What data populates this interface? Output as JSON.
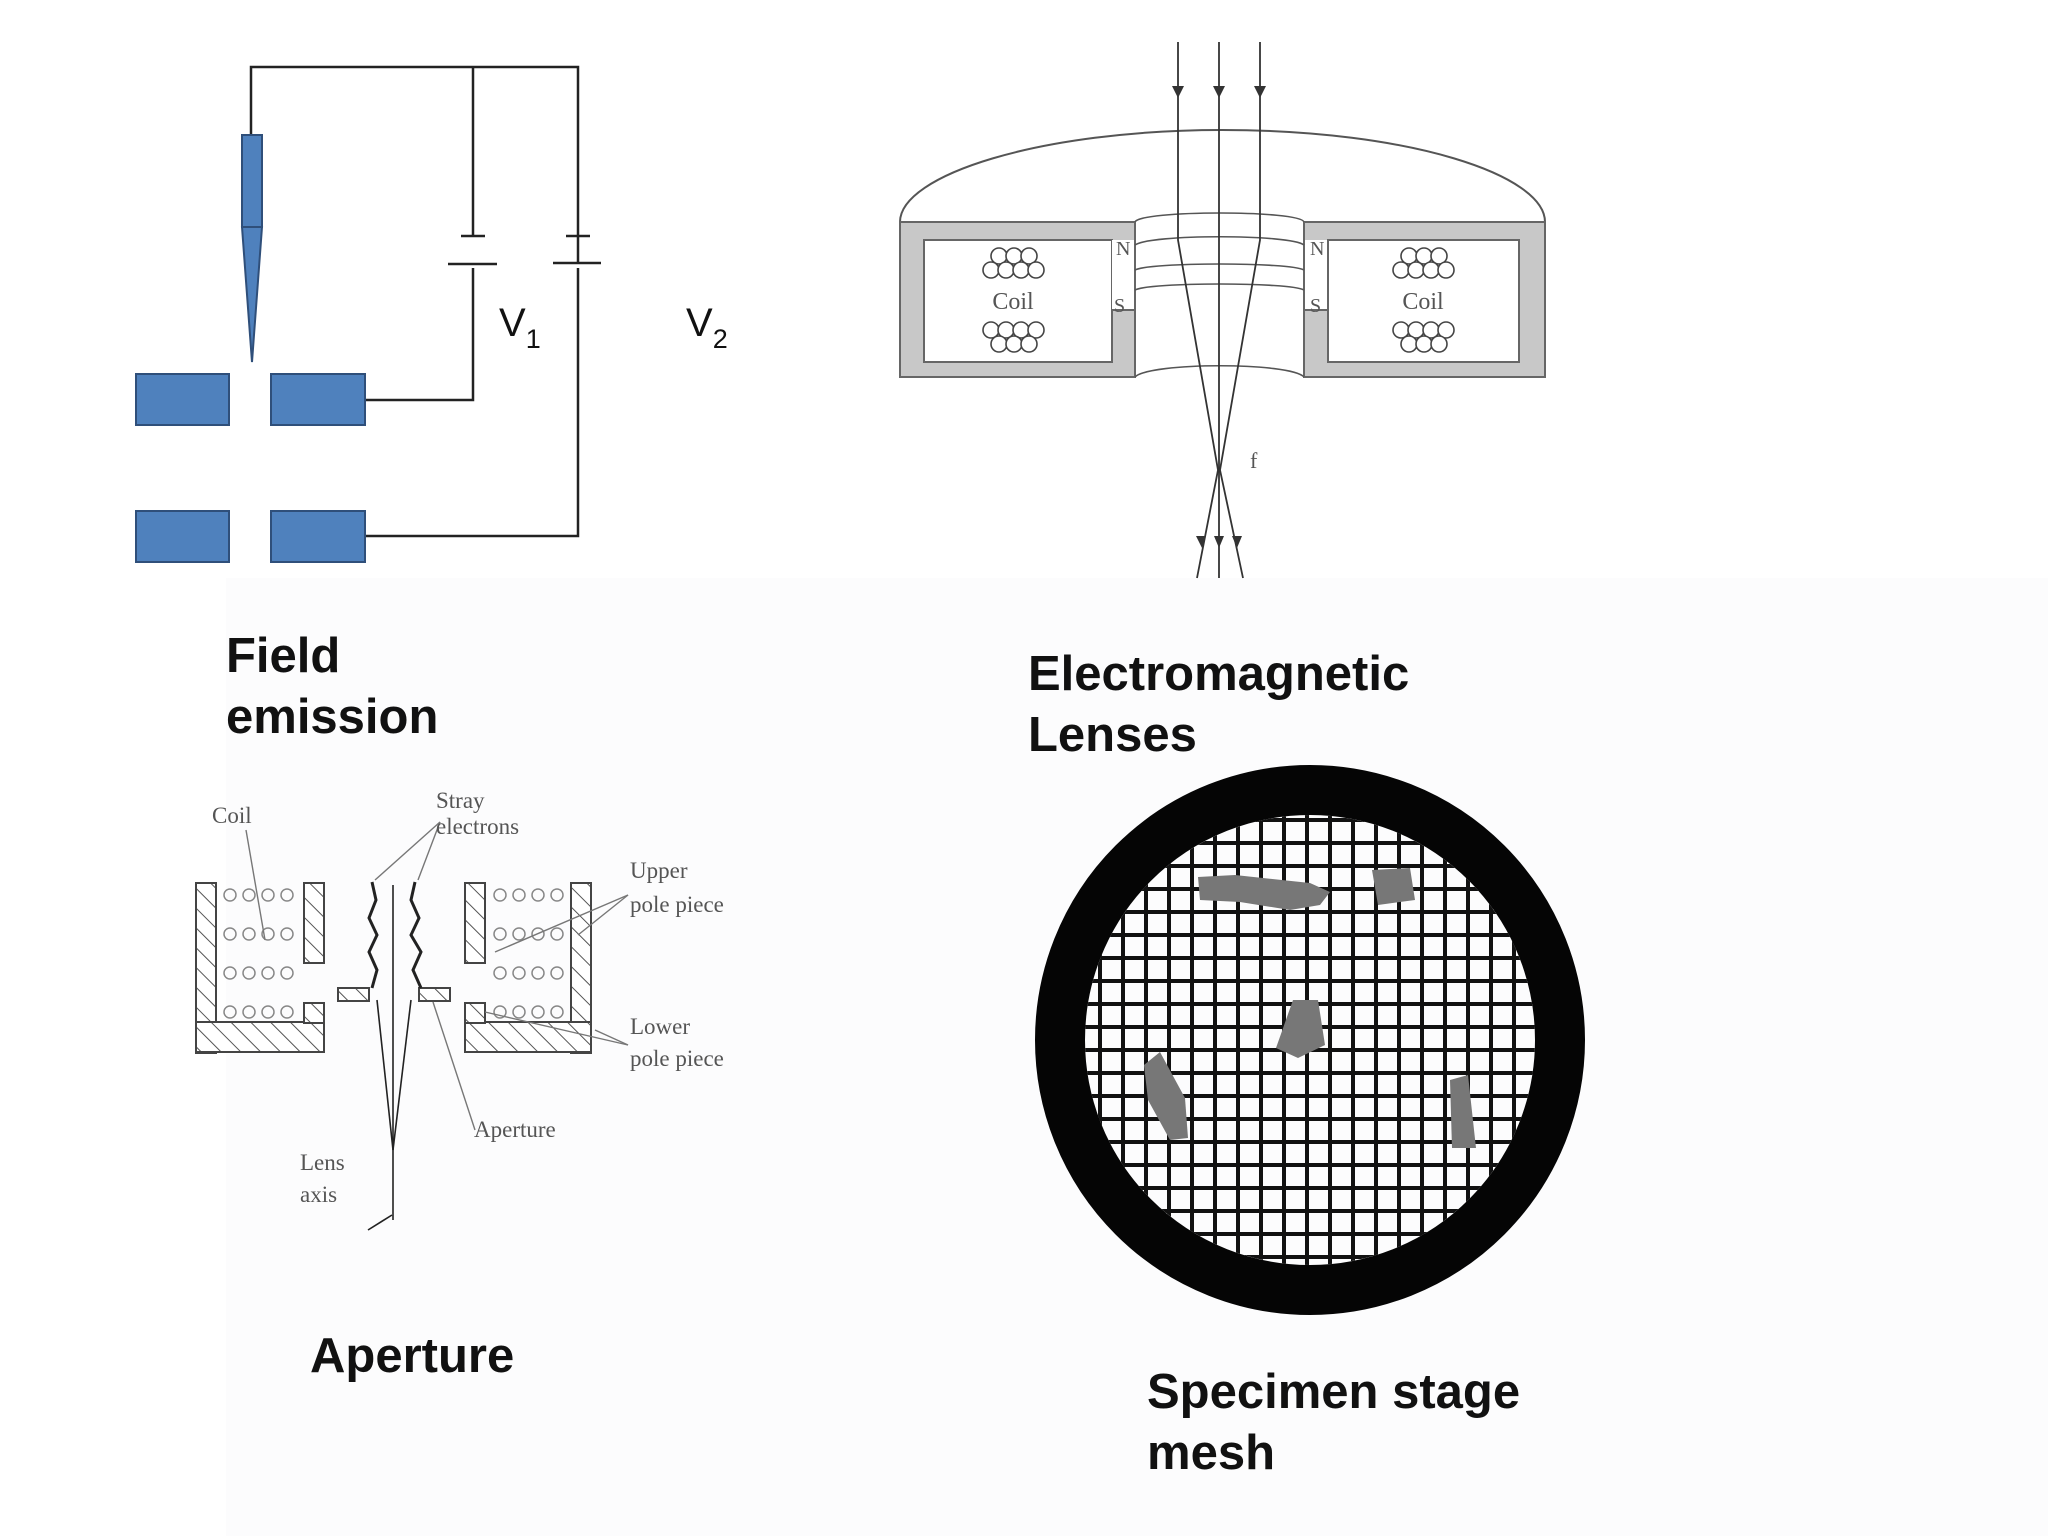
{
  "field_emission": {
    "caption_line1": "Field",
    "caption_line2": "emission",
    "v1_main": "V",
    "v1_sub": "1",
    "v2_main": "V",
    "v2_sub": "2",
    "electrode_color": "#4f81bd"
  },
  "em_lens": {
    "caption_line1": "Electromagnetic",
    "caption_line2": "Lenses",
    "coil_left": "Coil",
    "coil_right": "Coil",
    "pole_n_left": "N",
    "pole_s_left": "S",
    "pole_n_right": "N",
    "pole_s_right": "S",
    "focal_label": "f"
  },
  "aperture": {
    "caption": "Aperture",
    "label_coil": "Coil",
    "label_stray_1": "Stray",
    "label_stray_2": "electrons",
    "label_upper_1": "Upper",
    "label_upper_2": "pole piece",
    "label_lower_1": "Lower",
    "label_lower_2": "pole piece",
    "label_aperture": "Aperture",
    "label_axis_1": "Lens",
    "label_axis_2": "axis"
  },
  "specimen_mesh": {
    "caption_line1": "Specimen stage",
    "caption_line2": "mesh"
  }
}
